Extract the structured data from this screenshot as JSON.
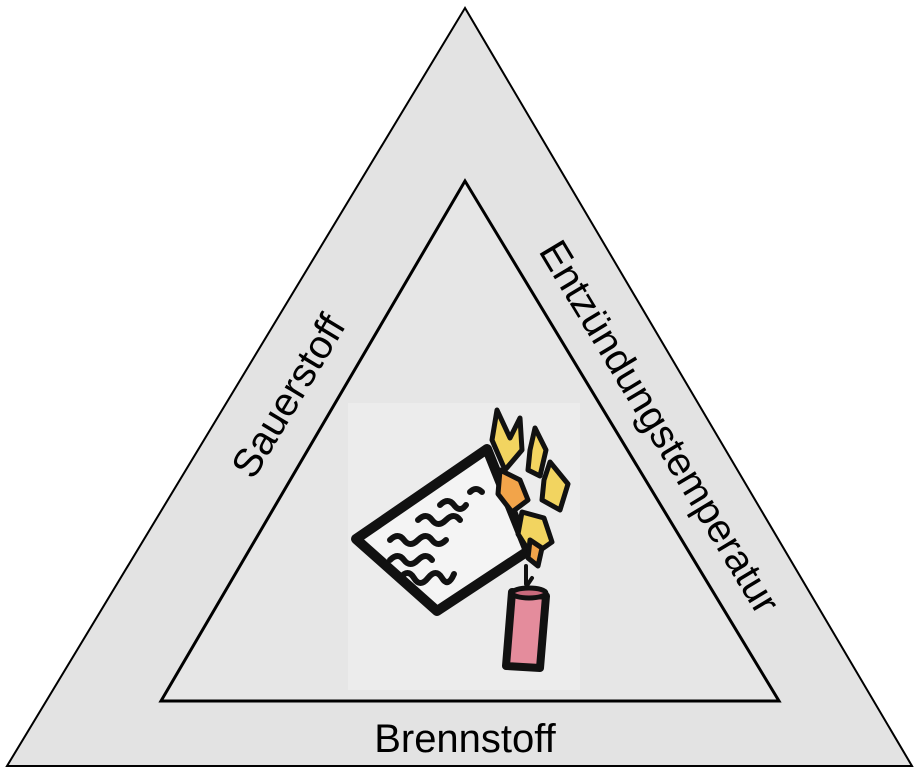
{
  "diagram": {
    "labels": {
      "left": "Sauerstoff",
      "right": "Entzündungstemperatur",
      "bottom": "Brennstoff"
    },
    "illustration": {
      "icon": "burning-paper-with-match-icon"
    }
  },
  "colors": {
    "triangle_fill": "#e3e3e3",
    "outline": "#000000",
    "flame_yellow": "#f2d460",
    "flame_orange": "#f2a44a",
    "match_pink": "#e48c9c"
  }
}
